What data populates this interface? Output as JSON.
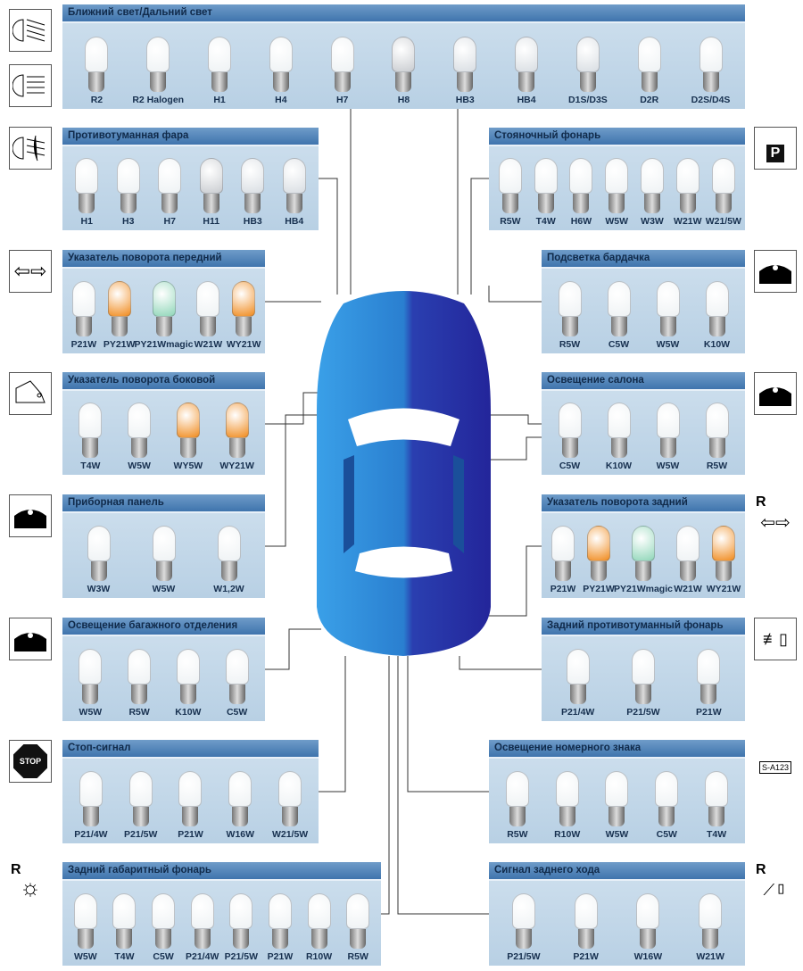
{
  "panels": [
    {
      "id": "low-high-beam",
      "title": "Ближний свет/Дальний свет",
      "bulbs": [
        {
          "n": "R2",
          "c": "clear"
        },
        {
          "n": "R2 Halogen",
          "c": "clear"
        },
        {
          "n": "H1",
          "c": "clear"
        },
        {
          "n": "H4",
          "c": "clear"
        },
        {
          "n": "H7",
          "c": "clear"
        },
        {
          "n": "H8",
          "c": "red"
        },
        {
          "n": "HB3",
          "c": "dark"
        },
        {
          "n": "HB4",
          "c": "dark"
        },
        {
          "n": "D1S/D3S",
          "c": "dark"
        },
        {
          "n": "D2R",
          "c": "clear"
        },
        {
          "n": "D2S/D4S",
          "c": "clear"
        }
      ]
    },
    {
      "id": "fog-light",
      "title": "Противотуманная фара",
      "bulbs": [
        {
          "n": "H1",
          "c": "clear"
        },
        {
          "n": "H3",
          "c": "clear"
        },
        {
          "n": "H7",
          "c": "clear"
        },
        {
          "n": "H11",
          "c": "red"
        },
        {
          "n": "HB3",
          "c": "dark"
        },
        {
          "n": "HB4",
          "c": "dark"
        }
      ]
    },
    {
      "id": "front-turn",
      "title": "Указатель поворота передний",
      "bulbs": [
        {
          "n": "P21W",
          "c": "clear"
        },
        {
          "n": "PY21W",
          "c": "orange"
        },
        {
          "n": "PY21Wmagic",
          "c": "green"
        },
        {
          "n": "W21W",
          "c": "clear"
        },
        {
          "n": "WY21W",
          "c": "orange"
        }
      ]
    },
    {
      "id": "side-turn",
      "title": "Указатель поворота боковой",
      "bulbs": [
        {
          "n": "T4W",
          "c": "clear"
        },
        {
          "n": "W5W",
          "c": "clear"
        },
        {
          "n": "WY5W",
          "c": "orange"
        },
        {
          "n": "WY21W",
          "c": "orange"
        }
      ]
    },
    {
      "id": "dashboard",
      "title": "Приборная панель",
      "bulbs": [
        {
          "n": "W3W",
          "c": "clear"
        },
        {
          "n": "W5W",
          "c": "clear"
        },
        {
          "n": "W1,2W",
          "c": "clear"
        }
      ]
    },
    {
      "id": "trunk",
      "title": "Освещение багажного отделения",
      "bulbs": [
        {
          "n": "W5W",
          "c": "clear"
        },
        {
          "n": "R5W",
          "c": "clear"
        },
        {
          "n": "K10W",
          "c": "clear"
        },
        {
          "n": "C5W",
          "c": "clear"
        }
      ]
    },
    {
      "id": "brake",
      "title": "Стоп-сигнал",
      "bulbs": [
        {
          "n": "P21/4W",
          "c": "clear"
        },
        {
          "n": "P21/5W",
          "c": "clear"
        },
        {
          "n": "P21W",
          "c": "clear"
        },
        {
          "n": "W16W",
          "c": "clear"
        },
        {
          "n": "W21/5W",
          "c": "clear"
        }
      ]
    },
    {
      "id": "rear-position",
      "title": "Задний габаритный фонарь",
      "bulbs": [
        {
          "n": "W5W",
          "c": "clear"
        },
        {
          "n": "T4W",
          "c": "clear"
        },
        {
          "n": "C5W",
          "c": "clear"
        },
        {
          "n": "P21/4W",
          "c": "clear"
        },
        {
          "n": "P21/5W",
          "c": "clear"
        },
        {
          "n": "P21W",
          "c": "clear"
        },
        {
          "n": "R10W",
          "c": "clear"
        },
        {
          "n": "R5W",
          "c": "clear"
        }
      ]
    },
    {
      "id": "parking",
      "title": "Стояночный фонарь",
      "bulbs": [
        {
          "n": "R5W",
          "c": "clear"
        },
        {
          "n": "T4W",
          "c": "clear"
        },
        {
          "n": "H6W",
          "c": "clear"
        },
        {
          "n": "W5W",
          "c": "clear"
        },
        {
          "n": "W3W",
          "c": "clear"
        },
        {
          "n": "W21W",
          "c": "clear"
        },
        {
          "n": "W21/5W",
          "c": "clear"
        }
      ]
    },
    {
      "id": "glovebox",
      "title": "Подсветка бардачка",
      "bulbs": [
        {
          "n": "R5W",
          "c": "clear"
        },
        {
          "n": "C5W",
          "c": "clear"
        },
        {
          "n": "W5W",
          "c": "clear"
        },
        {
          "n": "K10W",
          "c": "clear"
        }
      ]
    },
    {
      "id": "interior",
      "title": "Освещение салона",
      "bulbs": [
        {
          "n": "C5W",
          "c": "clear"
        },
        {
          "n": "K10W",
          "c": "clear"
        },
        {
          "n": "W5W",
          "c": "clear"
        },
        {
          "n": "R5W",
          "c": "clear"
        }
      ]
    },
    {
      "id": "rear-turn",
      "title": "Указатель поворота задний",
      "bulbs": [
        {
          "n": "P21W",
          "c": "clear"
        },
        {
          "n": "PY21W",
          "c": "orange"
        },
        {
          "n": "PY21Wmagic",
          "c": "green"
        },
        {
          "n": "W21W",
          "c": "clear"
        },
        {
          "n": "WY21W",
          "c": "orange"
        }
      ]
    },
    {
      "id": "rear-fog",
      "title": "Задний противотуманный фонарь",
      "bulbs": [
        {
          "n": "P21/4W",
          "c": "clear"
        },
        {
          "n": "P21/5W",
          "c": "clear"
        },
        {
          "n": "P21W",
          "c": "clear"
        }
      ]
    },
    {
      "id": "plate",
      "title": "Освещение номерного знака",
      "bulbs": [
        {
          "n": "R5W",
          "c": "clear"
        },
        {
          "n": "R10W",
          "c": "clear"
        },
        {
          "n": "W5W",
          "c": "clear"
        },
        {
          "n": "C5W",
          "c": "clear"
        },
        {
          "n": "T4W",
          "c": "clear"
        }
      ]
    },
    {
      "id": "reverse",
      "title": "Сигнал заднего хода",
      "bulbs": [
        {
          "n": "P21/5W",
          "c": "clear"
        },
        {
          "n": "P21W",
          "c": "clear"
        },
        {
          "n": "W16W",
          "c": "clear"
        },
        {
          "n": "W21W",
          "c": "clear"
        }
      ]
    }
  ],
  "icons": {
    "stop": "STOP",
    "plate": "S-A123",
    "reverse_r": "R",
    "rear_turn_r": "R",
    "rear_pos_r": "R",
    "parking_p": "P"
  },
  "colors": {
    "clear": "#eef2f4",
    "orange": "#f08a1c",
    "green": "#8fd6b8",
    "red": "#c9ccd0",
    "dark": "#d8dde2",
    "car": "#2a7fd0"
  }
}
